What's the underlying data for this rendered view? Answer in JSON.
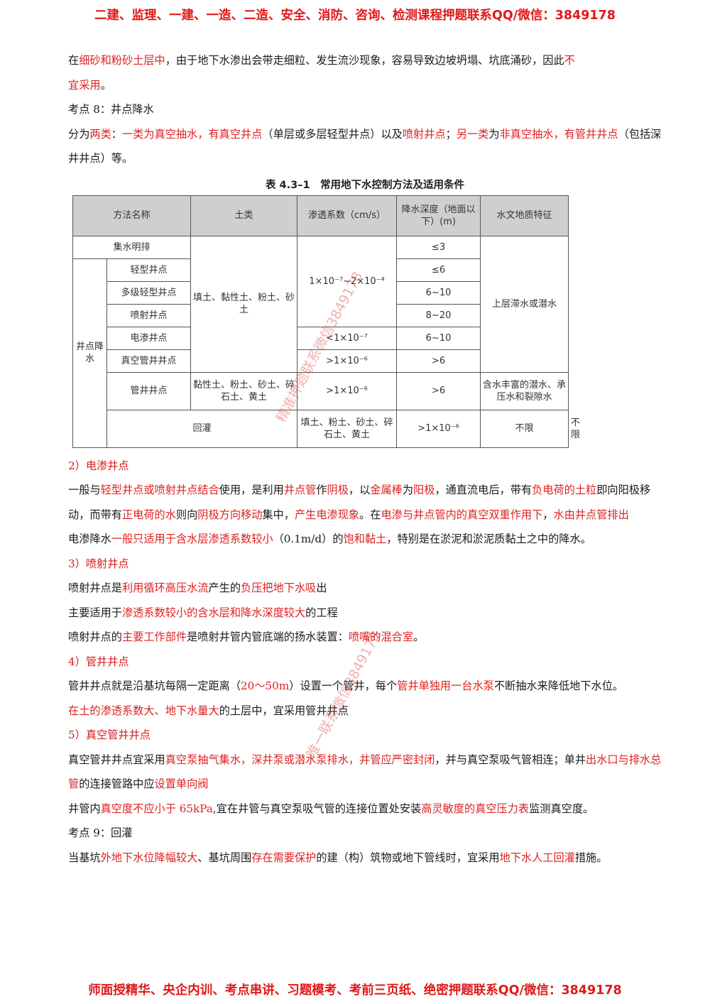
{
  "header_banner": "二建、监理、一建、一造、二造、安全、消防、咨询、检测课程押题联系QQ/微信：3849178",
  "footer_banner": "师面授精华、央企内训、考点串讲、习题模考、考前三页纸、绝密押题联系QQ/微信：3849178",
  "p1": {
    "a": "在",
    "b": "细砂和粉砂土层中",
    "c": "，由于地下水渗出会带走细粒、发生流沙现象，容易导致边坡坍塌、坑底涌砂，因此",
    "d": "不",
    "e": "宜采用",
    "f": "。"
  },
  "kp8_title": "考点 8：井点降水",
  "p2": {
    "a": "分为",
    "b": "两类",
    "c": "：",
    "d": "一类为真空抽水，有真空井点",
    "e": "（单层或多层轻型井点）以及",
    "f": "喷射井点",
    "g": "；",
    "h": "另一类",
    "i": "为",
    "j": "非真空抽水，有管井井点",
    "k": "（包括深井井点）等。"
  },
  "table": {
    "title": "表 4.3–1　常用地下水控制方法及适用条件",
    "headers": [
      "方法名称",
      "土类",
      "渗透系数（cm/s）",
      "降水深度（地面以下）(m)",
      "水文地质特征"
    ],
    "row_jishui": "集水明排",
    "group_label": "井点降水",
    "methods": [
      "轻型井点",
      "多级轻型井点",
      "喷射井点",
      "电渗井点",
      "真空管井井点",
      "管井井点"
    ],
    "depths": [
      "≤3",
      "≤6",
      "6~10",
      "8~20",
      "6~10",
      ">6",
      ">6"
    ],
    "soil_1": "填土、黏性土、粉土、砂土",
    "perm_1": "1×10⁻⁷~2×10⁻⁴",
    "perm_dianshen": "<1×10⁻⁷",
    "perm_zhenkong": ">1×10⁻⁶",
    "hydro_1": "上层滞水或潜水",
    "soil_guanjing": "黏性土、粉土、砂土、碎石土、黄土",
    "perm_guanjing": ">1×10⁻⁶",
    "hydro_guanjing": "含水丰富的潜水、承压水和裂隙水",
    "huiguan": {
      "name": "回灌",
      "soil": "填土、粉土、砂土、碎石土、黄土",
      "perm": ">1×10⁻⁶",
      "depth": "不限",
      "hydro": "不限"
    }
  },
  "s2_title": "2）电渗井点",
  "p3": {
    "a": "一般与",
    "b": "轻型井点或喷射井点结合",
    "c": "使用，是利用",
    "d": "井点管",
    "e": "作",
    "f": "阴极",
    "g": "，以",
    "h": "金属棒",
    "i": "为",
    "j": "阳极",
    "k": "，通直流电后，带有",
    "l": "负电荷的土粒",
    "m": "即向阳极移动，而带有",
    "n": "正电荷的水",
    "o": "则向",
    "p": "阴极方向移动",
    "q": "集中，",
    "r": "产生电渗现象",
    "s": "。在",
    "t": "电渗与井点管内的真空双重作用下",
    "u": "，",
    "v": "水由井点管排出"
  },
  "p4": {
    "a": "电渗降水",
    "b": "一般只适用于含水层渗透系数较小",
    "c": "（0.1m/d）的",
    "d": "饱和黏土",
    "e": "，特别是在淤泥和淤泥质黏土之中的降水。"
  },
  "s3_title": "3）喷射井点",
  "p5": {
    "a": "喷射井点是",
    "b": "利用循环高压水流",
    "c": "产生的",
    "d": "负压把地下水吸",
    "e": "出"
  },
  "p6": {
    "a": "主要适用于",
    "b": "渗透系数较小的含水层和降水深度较大",
    "c": "的工程"
  },
  "p7": {
    "a": "喷射井点的",
    "b": "主要工作部件",
    "c": "是喷射井管内管底端的扬水装置：",
    "d": "喷嘴的混合室",
    "e": "。"
  },
  "s4_title": "4）管井井点",
  "p8": {
    "a": "管井井点就是沿基坑每隔一定距离（",
    "b": "20～50m",
    "c": "）设置一个管井，每个",
    "d": "管井单独用一台水泵",
    "e": "不断抽水来降低地下水位。"
  },
  "p9": {
    "a": "在土的渗透系数大、地下水量大",
    "b": "的土层中，宜采用管井井点"
  },
  "s5_title": "5）真空管井井点",
  "p10": {
    "a": "真空管井井点宜采用",
    "b": "真空泵抽气集水，深井泵或潜水泵排水，井管应严密封闭",
    "c": "，并与真空泵吸气管相连；单井",
    "d": "出水口与排水总管",
    "e": "的连接管路中应",
    "f": "设置单向阀"
  },
  "p11": {
    "a": "井管内",
    "b": "真空度不应小于 65kPa",
    "c": ",宜在井管与真空泵吸气管的连接位置处安装",
    "d": "高灵敏度的真空压力表",
    "e": "监测真空度。"
  },
  "kp9_title": "考点 9：回灌",
  "p12": {
    "a": "当基坑",
    "b": "外地下水位降幅较大",
    "c": "、基坑周围",
    "d": "存在需要保护",
    "e": "的建（构）筑物或地下管线时，宜采用",
    "f": "地下水人工回灌",
    "g": "措施。"
  },
  "watermark_1": "精准押题联系微信3849178",
  "watermark_2": "唯一联系微信3849178"
}
